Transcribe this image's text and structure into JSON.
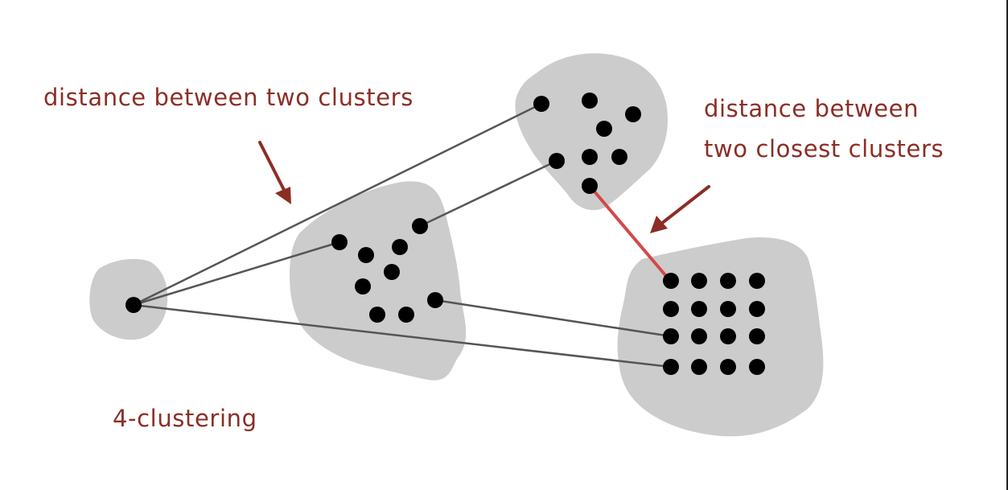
{
  "labels": {
    "distance_between_two_clusters": "distance between two clusters",
    "distance_between_two_closest_clusters_line1": "distance between",
    "distance_between_two_closest_clusters_line2": "two closest clusters",
    "clustering_caption": "4-clustering"
  },
  "colors": {
    "label_text": "#8b2e26",
    "arrow": "#8b2e26",
    "cluster_blob": "#cccccc",
    "point": "#000000",
    "connector_line": "#555555",
    "closest_line": "#d14a4a"
  }
}
